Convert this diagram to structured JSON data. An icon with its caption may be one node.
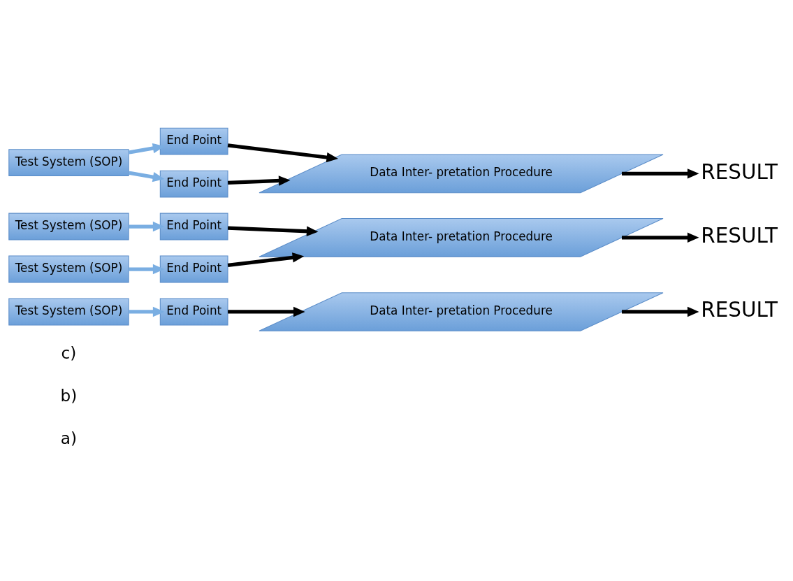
{
  "diagram": {
    "nodes": [
      {
        "text": [
          "Test System (SOP)"
        ]
      },
      {
        "text": [
          "End Point"
        ]
      },
      {
        "text": [
          "Data Inter- pretation Procedure"
        ]
      },
      {
        "text": [
          "RESULT"
        ]
      },
      {
        "text": [
          "Test System (SOP)"
        ]
      },
      {
        "text": [
          "End Point"
        ]
      },
      {
        "text": [
          "Test System (SOP)"
        ]
      },
      {
        "text": [
          "End Point"
        ]
      },
      {
        "text": [
          "Data Inter- pretation Procedure"
        ]
      },
      {
        "text": [
          "RESULT"
        ]
      },
      {
        "text": [
          "End Point"
        ]
      },
      {
        "text": [
          "Test System (SOP)"
        ]
      },
      {
        "text": [
          "End Point"
        ]
      },
      {
        "text": [
          "Data Inter- pretation Procedure"
        ]
      },
      {
        "text": [
          "RESULT"
        ]
      }
    ],
    "edges": [
      {
        "from": 0,
        "to": 1,
        "arrow": "to",
        "color": "#7aaee2"
      },
      {
        "from": 1,
        "to": 2,
        "arrow": "to"
      },
      {
        "from": 2,
        "to": 3,
        "arrow": "to"
      },
      {
        "from": 4,
        "to": 5,
        "arrow": "to",
        "color": "#7aaee2"
      },
      {
        "from": 6,
        "to": 7,
        "arrow": "to",
        "color": "#7aaee2"
      },
      {
        "from": 5,
        "to": 8,
        "arrow": "to"
      },
      {
        "from": 7,
        "to": 8,
        "arrow": "to"
      },
      {
        "from": 8,
        "to": 9,
        "arrow": "to"
      },
      {
        "from": 11,
        "to": 10,
        "arrow": "to",
        "color": "#7aaee2"
      },
      {
        "from": 11,
        "to": 12,
        "arrow": "to",
        "color": "#7aaee2"
      },
      {
        "from": 10,
        "to": 13,
        "arrow": "to"
      },
      {
        "from": 12,
        "to": 13,
        "arrow": "to"
      },
      {
        "from": 13,
        "to": 14,
        "arrow": "to"
      }
    ],
    "labels": [
      "a)",
      "b)",
      "c)"
    ]
  }
}
